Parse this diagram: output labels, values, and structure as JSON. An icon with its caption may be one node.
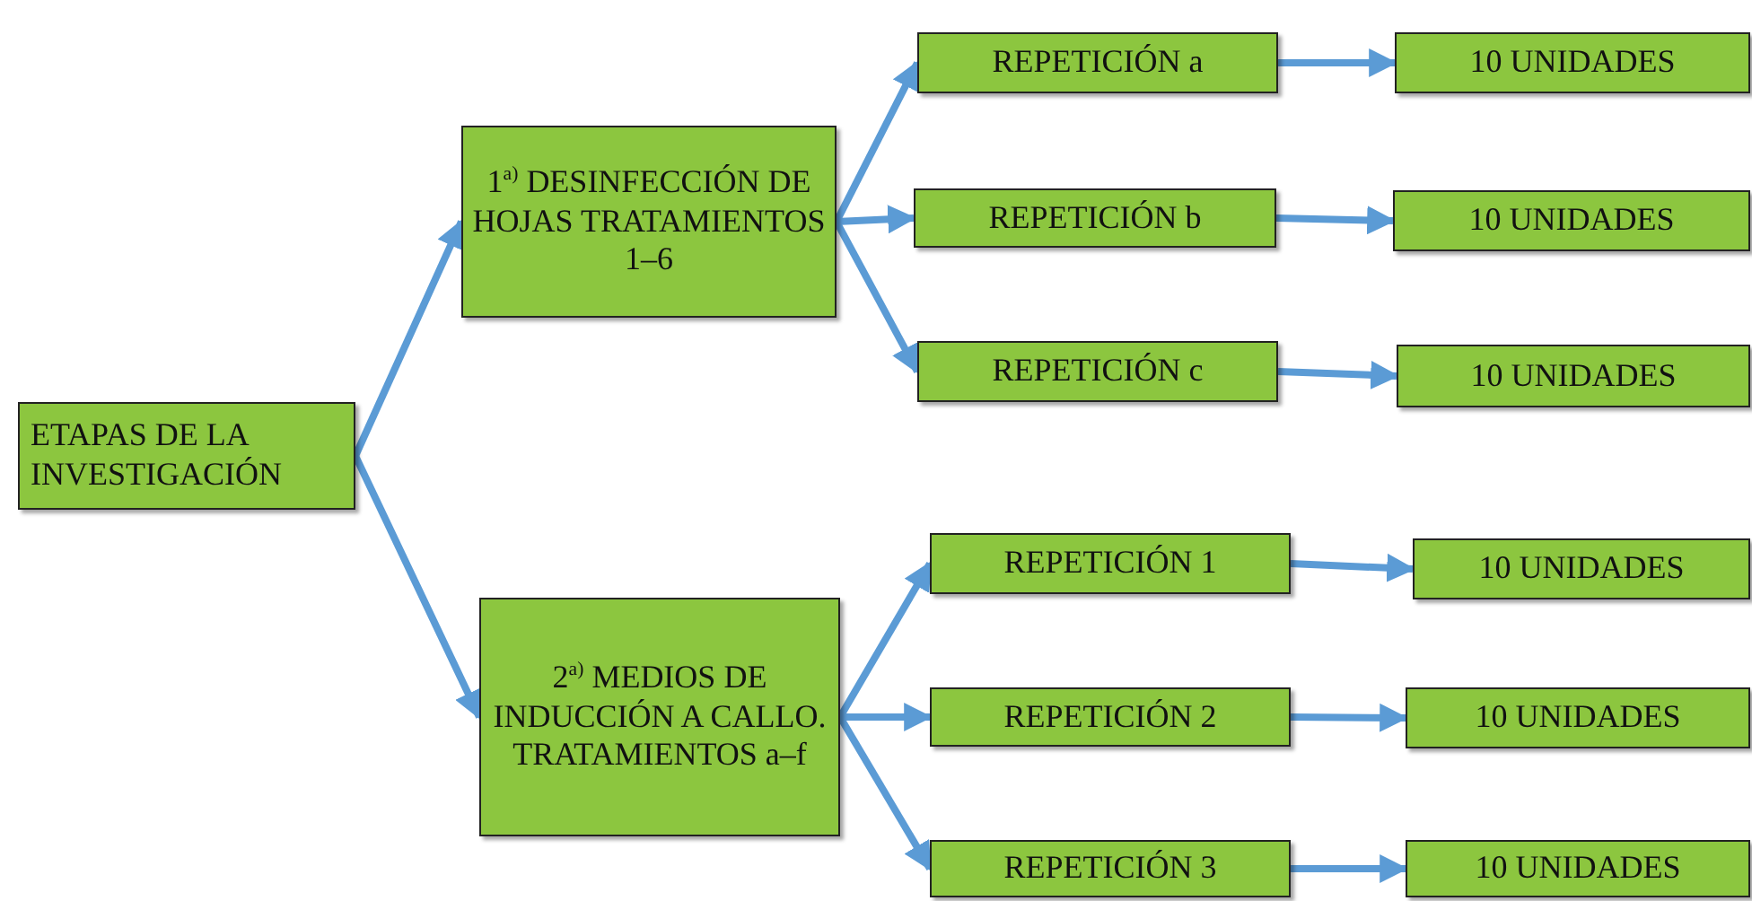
{
  "diagram": {
    "nodes": [
      {
        "text": [
          "ETAPAS DE LA INVESTIGACIÓN"
        ]
      },
      {
        "text": [
          "1$^{a)}$ DESINFECCIÓN DE HOJAS TRATAMIENTOS 1–6"
        ]
      },
      {
        "text": [
          "2$^{a)}$ MEDIOS DE INDUCCIÓN A CALLO. TRATAMIENTOS a–f"
        ]
      },
      {
        "text": [
          "REPETICIÓN a"
        ]
      },
      {
        "text": [
          "10 UNIDADES"
        ]
      },
      {
        "text": [
          "REPETICIÓN b"
        ]
      },
      {
        "text": [
          "10 UNIDADES"
        ]
      },
      {
        "text": [
          "REPETICIÓN c"
        ]
      },
      {
        "text": [
          "10 UNIDADES"
        ]
      },
      {
        "text": [
          "REPETICIÓN 1"
        ]
      },
      {
        "text": [
          "10 UNIDADES"
        ]
      },
      {
        "text": [
          "REPETICIÓN 2"
        ]
      },
      {
        "text": [
          "10 UNIDADES"
        ]
      },
      {
        "text": [
          "REPETICIÓN 3"
        ]
      },
      {
        "text": [
          "10 UNIDADES"
        ]
      }
    ],
    "edges": [
      {
        "from": 0,
        "to": 1,
        "arrow": "to"
      },
      {
        "from": 0,
        "to": 2,
        "arrow": "to"
      },
      {
        "from": 1,
        "to": 3,
        "arrow": "to"
      },
      {
        "from": 1,
        "to": 5,
        "arrow": "to"
      },
      {
        "from": 1,
        "to": 7,
        "arrow": "to"
      },
      {
        "from": 2,
        "to": 9,
        "arrow": "to"
      },
      {
        "from": 2,
        "to": 11,
        "arrow": "to"
      },
      {
        "from": 2,
        "to": 13,
        "arrow": "to"
      },
      {
        "from": 3,
        "to": 4,
        "arrow": "to"
      },
      {
        "from": 5,
        "to": 6,
        "arrow": "to"
      },
      {
        "from": 7,
        "to": 8,
        "arrow": "to"
      },
      {
        "from": 9,
        "to": 10,
        "arrow": "to"
      },
      {
        "from": 11,
        "to": 12,
        "arrow": "to"
      },
      {
        "from": 13,
        "to": 14,
        "arrow": "to"
      }
    ]
  }
}
